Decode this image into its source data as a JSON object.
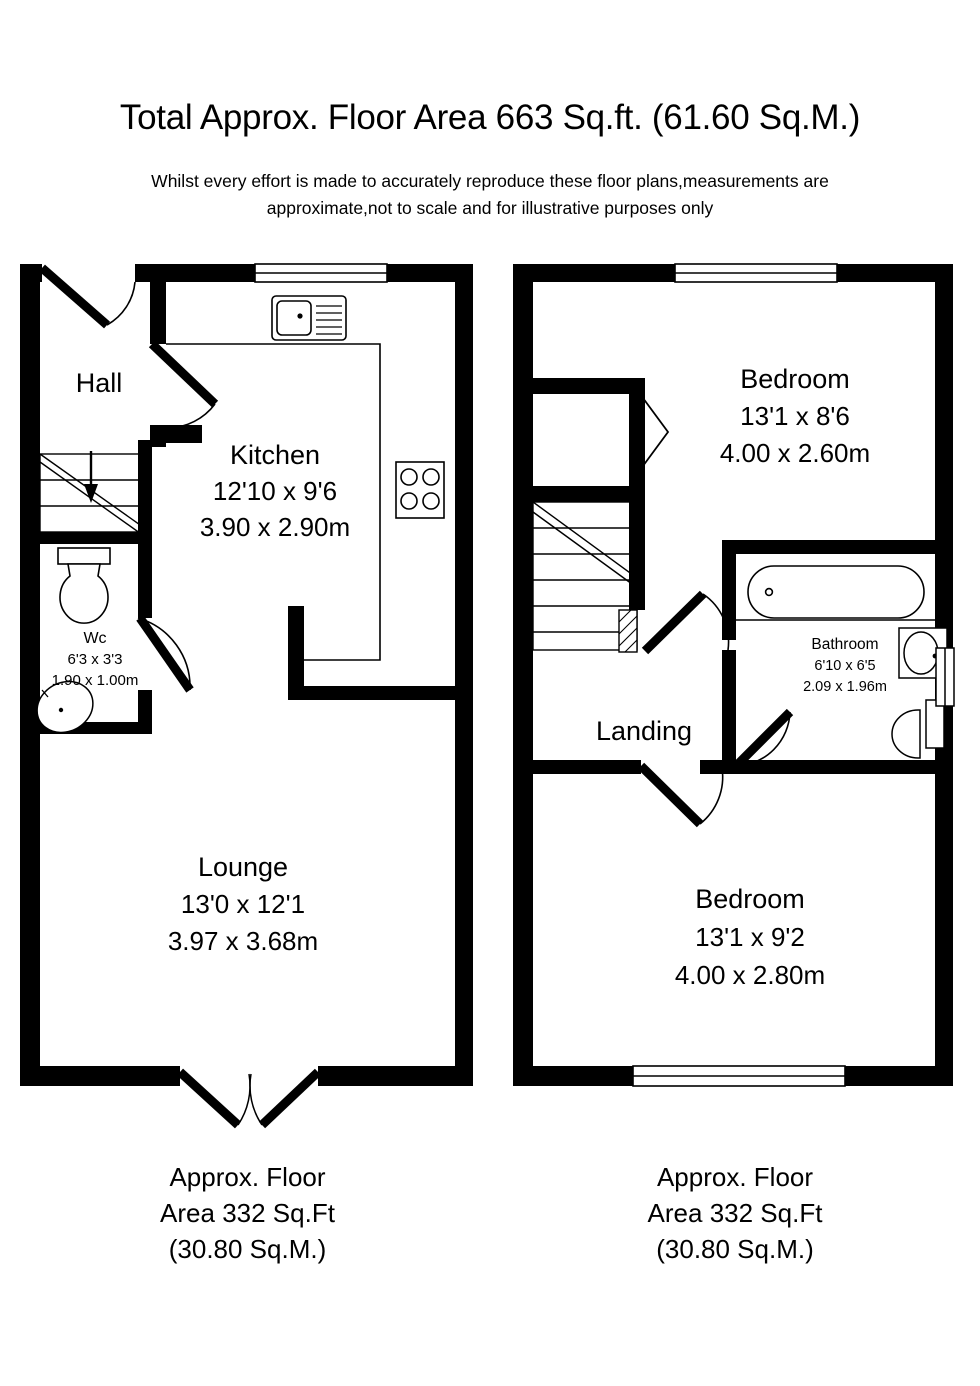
{
  "header": {
    "title": "Total Approx. Floor Area 663 Sq.ft. (61.60 Sq.M.)",
    "disclaimer_line1": "Whilst every effort is made to accurately reproduce these floor plans,measurements are",
    "disclaimer_line2": "approximate,not to scale and for illustrative purposes only"
  },
  "ground_floor": {
    "rooms": {
      "hall": {
        "name": "Hall"
      },
      "kitchen": {
        "name": "Kitchen",
        "dim_imperial": "12'10 x 9'6",
        "dim_metric": "3.90 x 2.90m"
      },
      "wc": {
        "name": "Wc",
        "dim_imperial": "6'3 x 3'3",
        "dim_metric": "1.90 x 1.00m"
      },
      "lounge": {
        "name": "Lounge",
        "dim_imperial": "13'0 x 12'1",
        "dim_metric": "3.97 x 3.68m"
      }
    },
    "footer_line1": "Approx. Floor",
    "footer_line2": "Area 332 Sq.Ft",
    "footer_line3": "(30.80 Sq.M.)"
  },
  "first_floor": {
    "rooms": {
      "bedroom1": {
        "name": "Bedroom",
        "dim_imperial": "13'1 x 8'6",
        "dim_metric": "4.00 x 2.60m"
      },
      "bathroom": {
        "name": "Bathroom",
        "dim_imperial": "6'10 x 6'5",
        "dim_metric": "2.09 x 1.96m"
      },
      "landing": {
        "name": "Landing"
      },
      "bedroom2": {
        "name": "Bedroom",
        "dim_imperial": "13'1 x 9'2",
        "dim_metric": "4.00 x 2.80m"
      }
    },
    "footer_line1": "Approx. Floor",
    "footer_line2": "Area 332 Sq.Ft",
    "footer_line3": "(30.80 Sq.M.)"
  },
  "colors": {
    "wall": "#000000",
    "background": "#ffffff",
    "fixture_stroke": "#000000"
  }
}
